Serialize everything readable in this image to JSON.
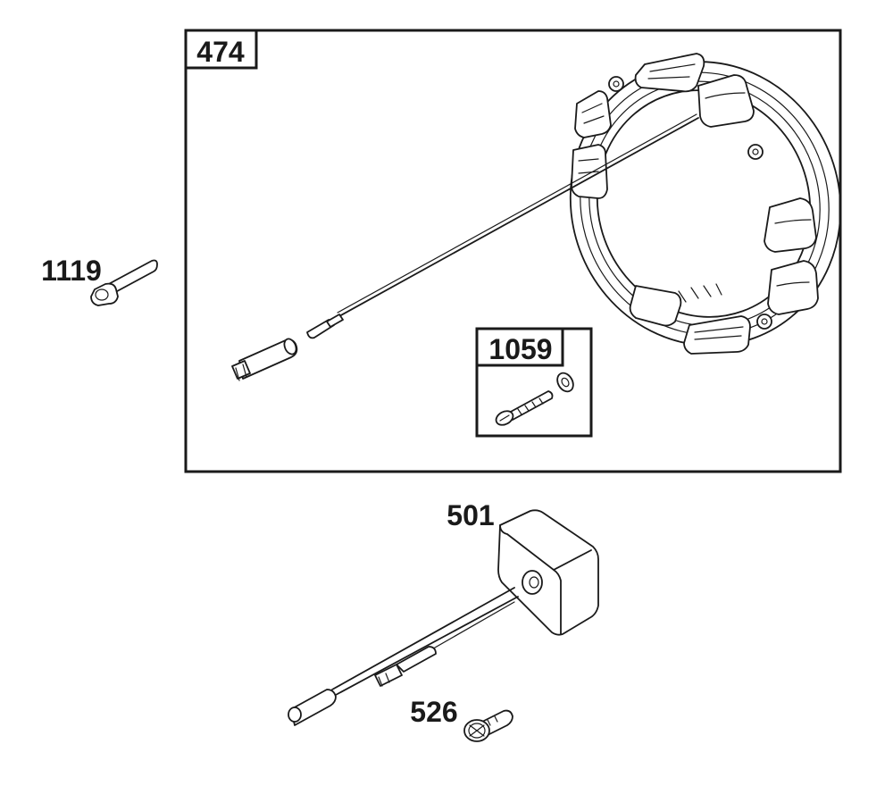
{
  "callouts": {
    "part_474": "474",
    "part_1059": "1059",
    "part_1119": "1119",
    "part_501": "501",
    "part_526": "526"
  },
  "colors": {
    "line": "#1a1a1a",
    "background": "#ffffff"
  }
}
